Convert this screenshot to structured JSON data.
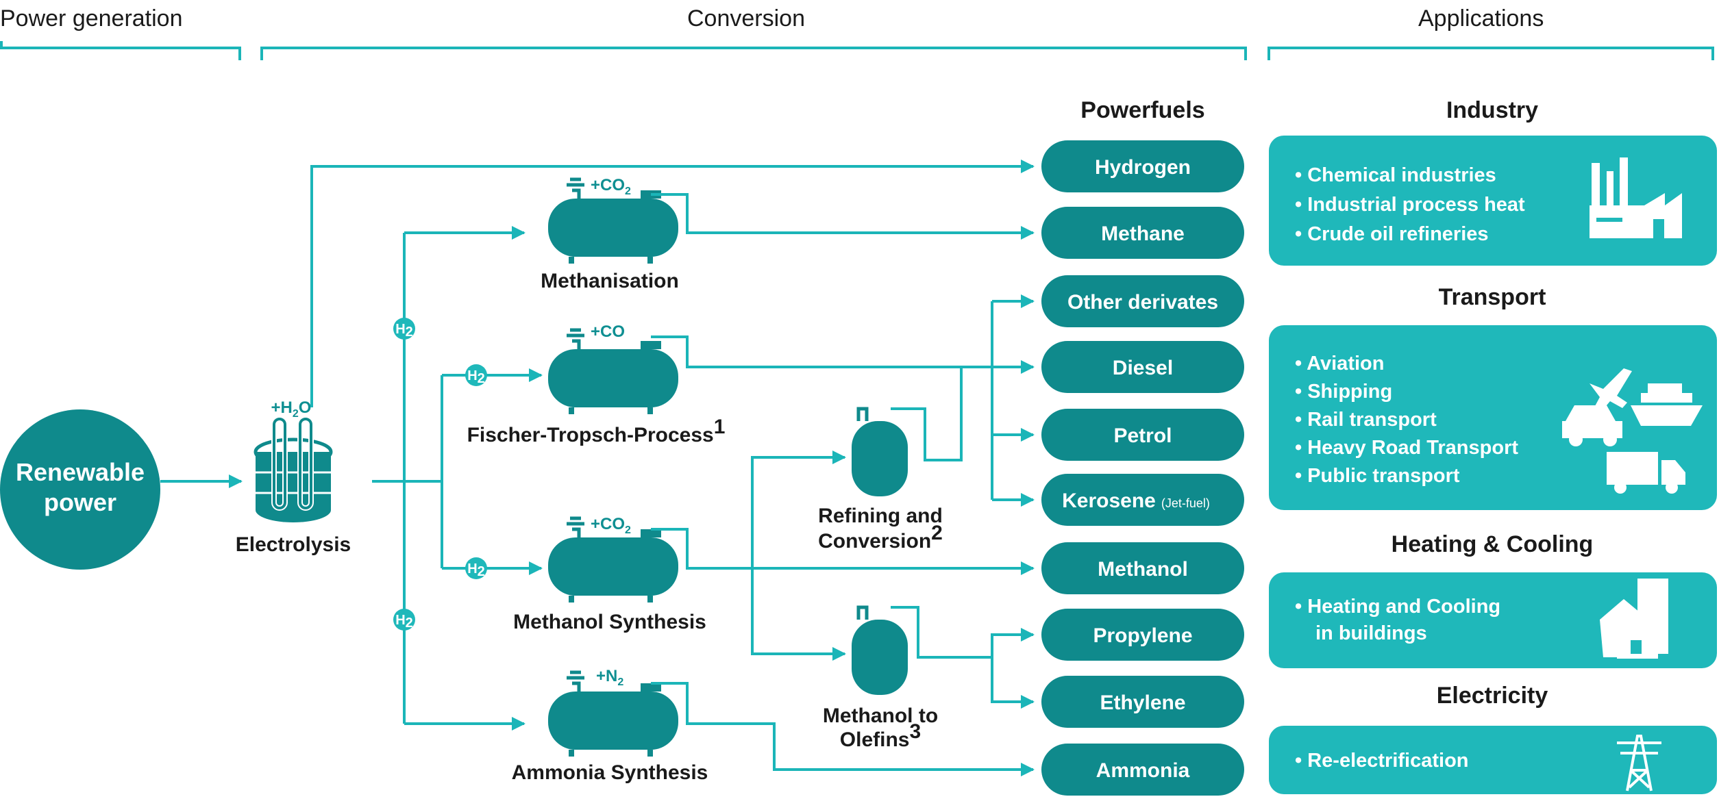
{
  "headers": {
    "power_generation": "Power generation",
    "conversion": "Conversion",
    "applications": "Applications"
  },
  "source": {
    "label_line1": "Renewable",
    "label_line2": "power"
  },
  "electrolysis": {
    "label": "Electrolysis",
    "input": "+H",
    "input_sub": "2",
    "input_suffix": "O"
  },
  "h2_badge": {
    "text": "H",
    "sub": "2"
  },
  "processes": {
    "methanisation": {
      "label": "Methanisation",
      "input": "+CO",
      "input_sub": "2"
    },
    "fischer_tropsch": {
      "label": "Fischer-Tropsch-Process",
      "sup": "1",
      "input": "+CO"
    },
    "methanol_synthesis": {
      "label": "Methanol Synthesis",
      "input": "+CO",
      "input_sub": "2"
    },
    "ammonia_synthesis": {
      "label": "Ammonia Synthesis",
      "input": "+N",
      "input_sub": "2"
    },
    "refining": {
      "label_line1": "Refining and",
      "label_line2": "Conversion",
      "sup": "2"
    },
    "mto": {
      "label_line1": "Methanol to",
      "label_line2": "Olefins",
      "sup": "3"
    }
  },
  "powerfuels": {
    "title": "Powerfuels",
    "items": [
      "Hydrogen",
      "Methane",
      "Other derivates",
      "Diesel",
      "Petrol",
      "Kerosene",
      "Methanol",
      "Propylene",
      "Ethylene",
      "Ammonia"
    ],
    "kerosene_note": "(Jet-fuel)"
  },
  "applications": {
    "industry": {
      "title": "Industry",
      "items": [
        "• Chemical industries",
        "• Industrial process heat",
        "• Crude oil refineries"
      ],
      "icon": "factory-icon"
    },
    "transport": {
      "title": "Transport",
      "items": [
        "• Aviation",
        "• Shipping",
        "• Rail transport",
        "• Heavy Road Transport",
        "• Public transport"
      ],
      "icons": [
        "airplane-icon",
        "ship-icon",
        "car-icon",
        "truck-icon"
      ]
    },
    "heating": {
      "title": "Heating & Cooling",
      "items": [
        "• Heating and Cooling",
        "in buildings"
      ],
      "icon": "buildings-icon"
    },
    "electricity": {
      "title": "Electricity",
      "items": [
        "• Re-electrification"
      ],
      "icon": "power-pylon-icon"
    }
  },
  "colors": {
    "teal_dark": "#0f8a8c",
    "teal_light": "#1fb8ba",
    "line": "#1bb5b8"
  }
}
